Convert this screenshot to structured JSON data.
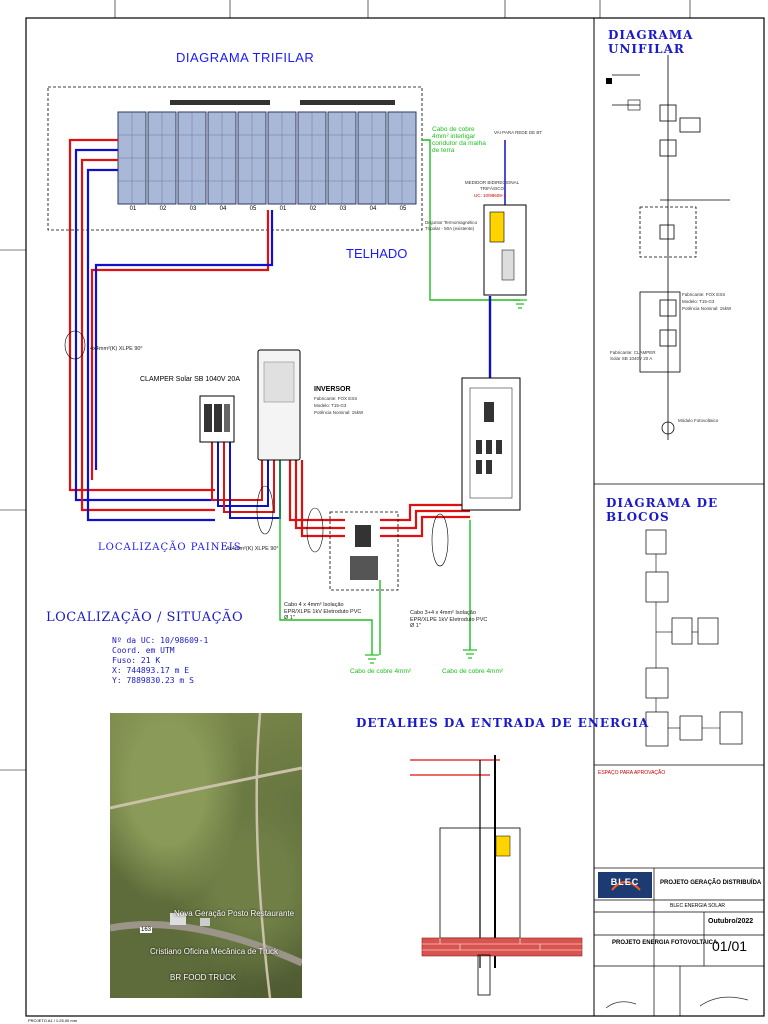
{
  "titles": {
    "trifilar": "DIAGRAMA TRIFILAR",
    "unifilar": "DIAGRAMA UNIFILAR",
    "blocos": "DIAGRAMA DE BLOCOS",
    "localizacao": "LOCALIZAÇÃO / SITUAÇÃO",
    "detalhes": "DETALHES DA ENTRADA DE ENERGIA",
    "telhado": "TELHADO",
    "loc_paineis": "LOCALIZAÇÃO PAINEIS"
  },
  "panels": {
    "string1": [
      "01",
      "02",
      "03",
      "04",
      "05"
    ],
    "string2": [
      "01",
      "02",
      "03",
      "04",
      "05"
    ]
  },
  "labels": {
    "ground_cable_top": "Cabo de cobre 4mm² interligar condutor da malha de terra",
    "medidor": "MEDIDOR BIDIRECIONAL TRIFÁSICO",
    "uc": "UC: 10/98609-1",
    "disjuntor": "Disjuntor Termomagnético Tripolar - 50A (existente)",
    "via_rede": "VAI PARA REDE DE BT",
    "cable_xlpe_left": "4x4mm²(K) XLPE 90°",
    "cable_xlpe_bottom": "4x4mm²(K) XLPE 90°",
    "clamper": "CLAMPER Solar SB 1040V 20A",
    "inversor_title": "INVERSOR",
    "inversor_fab": "Fabricante: FOX ESS",
    "inversor_modelo": "Modelo: T15-G3",
    "inversor_pot": "Potência Nominal: 15kW",
    "cabo_left": "Cabo 4 x 4mm² Isolação EPR/XLPE 1kV Eletroduto PVC Ø 1\"",
    "cabo_right": "Cabo 3+4 x 4mm² Isolação EPR/XLPE 1kV Eletroduto PVC Ø 1\"",
    "ground_left": "Cabo de cobre 4mm²",
    "ground_right": "Cabo de cobre 4mm²"
  },
  "situacao": {
    "uc": "Nº da UC: 10/98609-1",
    "coord": "Coord. em UTM",
    "fuso": "Fuso: 21 K",
    "x": "X: 744893.17 m E",
    "y": "Y: 7889830.23 m S"
  },
  "photo": {
    "label1": "Nova Geração Posto Restaurante",
    "label2": "Cristiano Oficina Mecânica de Truck",
    "label3": "BR FOOD TRUCK",
    "road": "163"
  },
  "unifilar_notes": {
    "fabricante": "Fabricante: FOX ESS",
    "modelo": "Modelo: T15-G3",
    "potencia": "Potência Nominal: 15kW",
    "clamper": "Fabricante: CLAMPER Solar SB 1040V 20 A",
    "modulo": "Módulo Fotovoltaico"
  },
  "title_block": {
    "approval": "ESPAÇO PARA APROVAÇÃO",
    "project": "PROJETO GERAÇÃO DISTRIBUÍDA",
    "company": "BLEC ENERGIA SOLAR",
    "date": "Outubro/2022",
    "client": "PROJETO ENERGIA FOTOVOLTAICA",
    "sheet": "01/01",
    "logo": "BLEC"
  },
  "footer": "PROJETO A1 / 1:25.00 mm",
  "colors": {
    "blue_title": "#1a1aff",
    "red_wire": "#e01010",
    "blue_wire": "#1010cc",
    "green_wire": "#1fbf1f"
  }
}
